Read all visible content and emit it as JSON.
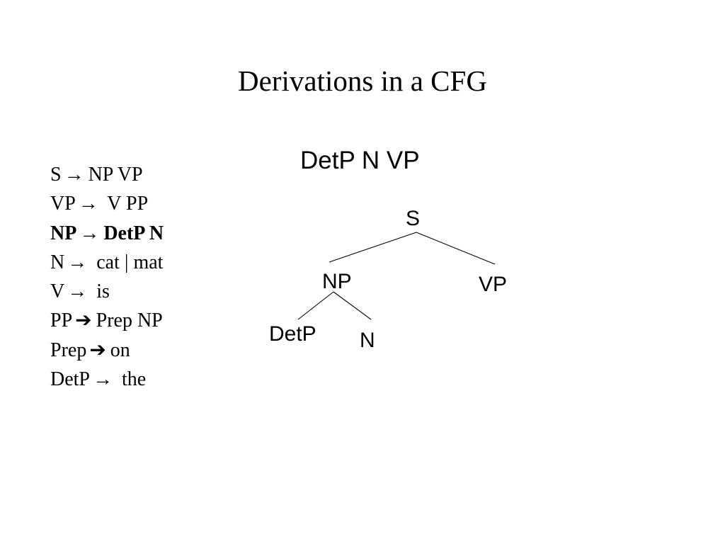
{
  "slide": {
    "title": "Derivations in a CFG",
    "derivation": "DetP N VP"
  },
  "grammar": {
    "rules": [
      {
        "lhs": "S",
        "arrow": "→",
        "rhs": "NP VP",
        "bold": false
      },
      {
        "lhs": "VP",
        "arrow": "→",
        "rhs": " V PP",
        "bold": false
      },
      {
        "lhs": "NP",
        "arrow": "→",
        "rhs": "DetP N",
        "bold": true
      },
      {
        "lhs": "N",
        "arrow": "→",
        "rhs": " cat | mat",
        "bold": false
      },
      {
        "lhs": "V",
        "arrow": "→",
        "rhs": " is",
        "bold": false
      },
      {
        "lhs": "PP",
        "arrow": "➔",
        "rhs": "Prep NP",
        "bold": false
      },
      {
        "lhs": "Prep",
        "arrow": "➔",
        "rhs": "on",
        "bold": false
      },
      {
        "lhs": "DetP",
        "arrow": "→",
        "rhs": " the",
        "bold": false
      }
    ]
  },
  "tree": {
    "nodes": {
      "s": "S",
      "np": "NP",
      "vp": "VP",
      "detp": "DetP",
      "n": "N"
    },
    "edges": [
      {
        "from": "S",
        "to": "NP"
      },
      {
        "from": "S",
        "to": "VP"
      },
      {
        "from": "NP",
        "to": "DetP"
      },
      {
        "from": "NP",
        "to": "N"
      }
    ]
  }
}
